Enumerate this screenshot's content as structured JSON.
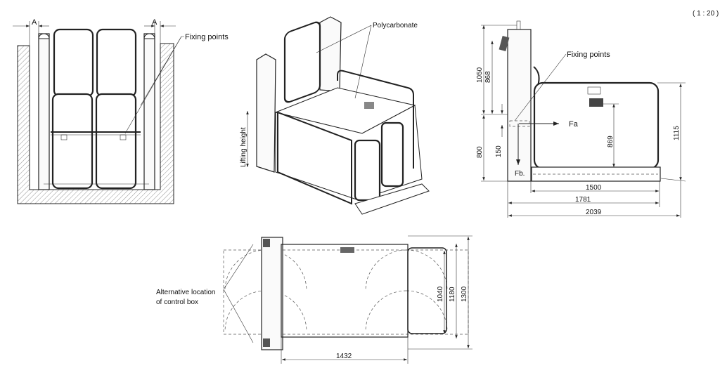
{
  "scale": "( 1 : 20 )",
  "front_view": {
    "dim_a_left": "A",
    "dim_a_right": "A",
    "fixing_points_label": "Fixing points"
  },
  "iso_view": {
    "polycarbonate_label": "Polycarbonate",
    "lifting_height_label": "Lifting height"
  },
  "side_view": {
    "fixing_points_label": "Fixing points",
    "force_a": "Fa",
    "force_b": "Fb.",
    "dims": {
      "d1050": "1050",
      "d868": "868",
      "d800": "800",
      "d150": "150",
      "d869": "869",
      "d1115": "1115",
      "d1500": "1500",
      "d1781": "1781",
      "d2039": "2039"
    }
  },
  "top_view": {
    "alt_location_line1": "Alternative location",
    "alt_location_line2": "of control box",
    "dims": {
      "d1432": "1432",
      "d1040": "1040",
      "d1180": "1180",
      "d1300": "1300"
    }
  }
}
